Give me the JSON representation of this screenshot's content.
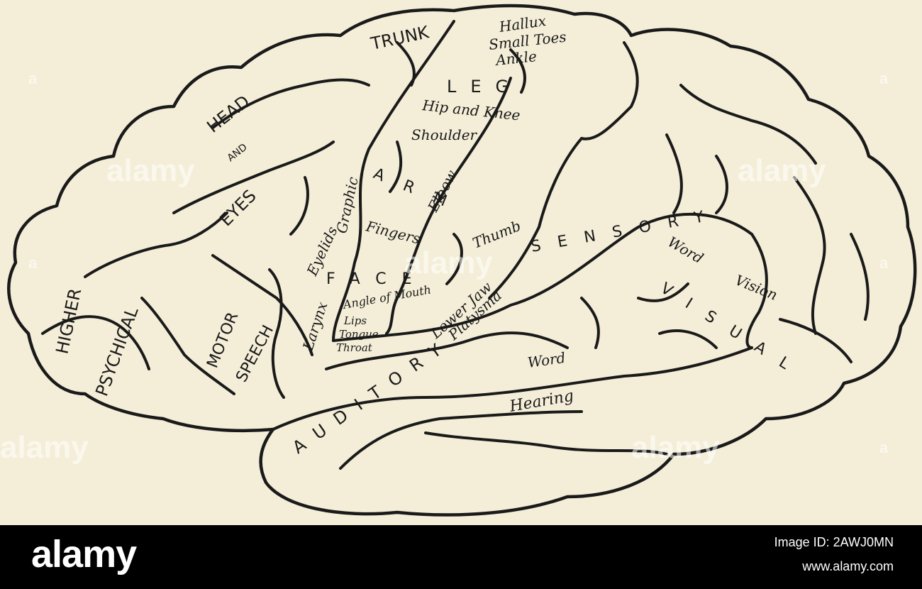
{
  "labels": {
    "higher": "HIGHER",
    "psychical": "PSYCHICAL",
    "head": "HEAD",
    "and": "AND",
    "eyes": "EYES",
    "trunk": "TRUNK",
    "leg": "LEG",
    "hallux": "Hallux",
    "small_toes": "Small Toes",
    "ankle": "Ankle",
    "hip_and_knee": "Hip and Knee",
    "shoulder": "Shoulder",
    "arm": "ARM",
    "elbow": "Elbow",
    "graphic": "Graphic",
    "fingers": "Fingers",
    "thumb": "Thumb",
    "eyelids": "Eyelids",
    "face": "FACE",
    "angle_of_mouth": "Angle of Mouth",
    "lips": "Lips",
    "tongue": "Tongue",
    "throat": "Throat",
    "larynx": "Larynx",
    "lower_jaw": "Lower Jaw",
    "platysma": "Platysma",
    "motor": "MOTOR",
    "speech": "SPEECH",
    "sensory": "SENSORY",
    "word_vision": "Word",
    "vision": "Vision",
    "visual": "VISUAL",
    "auditory": "AUDITORY",
    "word_auditory": "Word",
    "hearing": "Hearing"
  },
  "watermark": {
    "text": "alamy",
    "small": "a"
  },
  "footer": {
    "logo": "alamy",
    "image_id": "Image ID: 2AWJ0MN",
    "site": "www.alamy.com"
  },
  "colors": {
    "paper": "#f4eed8",
    "ink": "#1a1a1a",
    "footer": "#000000"
  }
}
